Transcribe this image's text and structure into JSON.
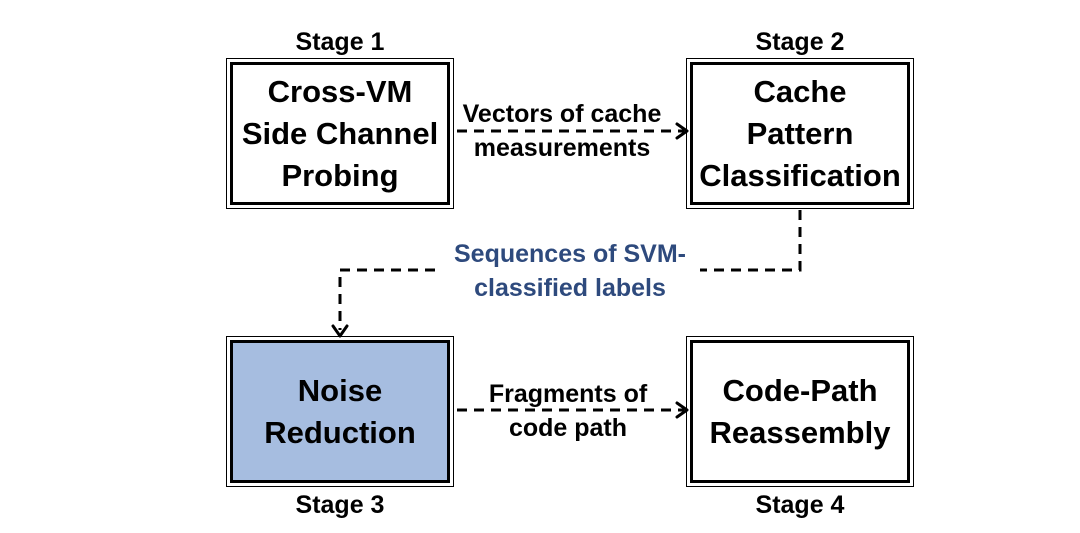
{
  "colors": {
    "box_border": "#000000",
    "highlight_fill": "#a6bde0",
    "highlight_label_text": "#2e4a7d",
    "arrow": "#000000"
  },
  "stages": [
    {
      "label": "Stage 1",
      "lines": [
        "Cross-VM",
        "Side Channel",
        "Probing"
      ],
      "highlighted": false
    },
    {
      "label": "Stage 2",
      "lines": [
        "Cache",
        "Pattern",
        "Classification"
      ],
      "highlighted": false
    },
    {
      "label": "Stage 3",
      "lines": [
        "Noise",
        "Reduction"
      ],
      "highlighted": true
    },
    {
      "label": "Stage 4",
      "lines": [
        "Code-Path",
        "Reassembly"
      ],
      "highlighted": false
    }
  ],
  "edges": [
    {
      "from": "Stage 1",
      "to": "Stage 2",
      "lines": [
        "Vectors of cache",
        "measurements"
      ],
      "style": "dashed"
    },
    {
      "from": "Stage 2",
      "to": "Stage 3",
      "lines": [
        "Sequences of SVM-",
        "classified labels"
      ],
      "style": "dashed"
    },
    {
      "from": "Stage 3",
      "to": "Stage 4",
      "lines": [
        "Fragments of",
        "code path"
      ],
      "style": "dashed"
    }
  ]
}
